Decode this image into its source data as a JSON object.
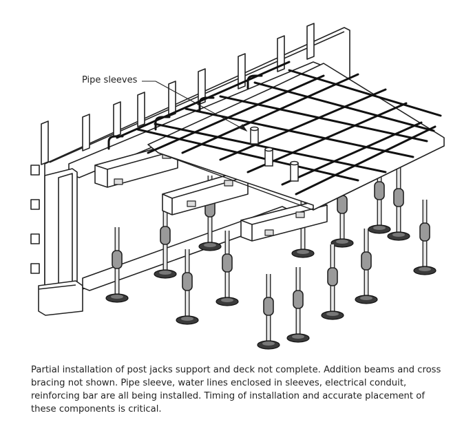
{
  "figure": {
    "callout": "Pipe sleeves"
  },
  "caption": {
    "lines": [
      "Partial installation of post jacks support and deck not complete. Addition beams and cross",
      "bracing not shown. Pipe sleeve, water lines enclosed in sleeves, electrical conduit,",
      "reinforcing bar are all being installed. Timing of installation and accurate placement of",
      "these components is critical."
    ]
  }
}
